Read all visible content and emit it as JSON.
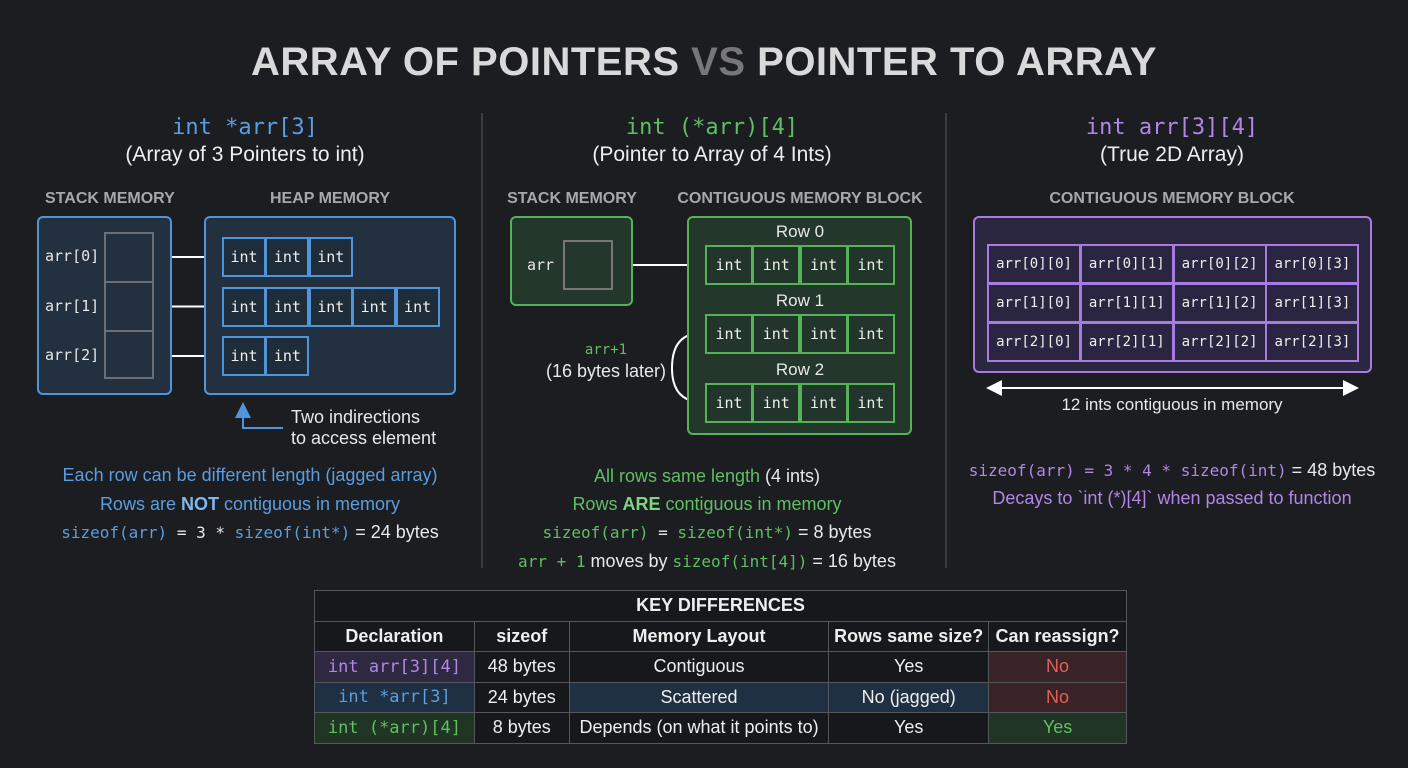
{
  "title": {
    "left": "ARRAY OF POINTERS",
    "vs": "VS",
    "right": "POINTER TO ARRAY"
  },
  "colors": {
    "blue": "#5a9ee0",
    "green": "#5fbf63",
    "purple": "#b286e6",
    "red": "#e0605a",
    "background": "#1b1d21"
  },
  "panel1": {
    "code": "int *arr[3]",
    "subtitle": "(Array of 3 Pointers to int)",
    "stack_label": "STACK MEMORY",
    "heap_label": "HEAP MEMORY",
    "pointers": [
      "arr[0]",
      "arr[1]",
      "arr[2]"
    ],
    "row_lengths": [
      3,
      5,
      2
    ],
    "cell": "int",
    "note1": "Two indirections",
    "note2": "to access element",
    "line1": "Each row can be different length (jagged array)",
    "line2_a": "Rows are ",
    "line2_b": "NOT",
    "line2_c": " contiguous in memory",
    "line3_a": "sizeof(arr)",
    "line3_b": " = 3 * ",
    "line3_c": "sizeof(int*)",
    "line3_d": " = 24 bytes"
  },
  "panel2": {
    "code": "int (*arr)[4]",
    "subtitle": "(Pointer to Array of 4 Ints)",
    "stack_label": "STACK MEMORY",
    "block_label": "CONTIGUOUS MEMORY BLOCK",
    "var": "arr",
    "rows": [
      "Row 0",
      "Row 1",
      "Row 2"
    ],
    "cell": "int",
    "step_code": "arr+1",
    "step_note": "(16 bytes later)",
    "line1_a": "All rows same length",
    "line1_b": " (4 ints)",
    "line2_a": "Rows ",
    "line2_b": "ARE",
    "line2_c": " contiguous in memory",
    "line3_a": "sizeof(arr)",
    "line3_b": " = ",
    "line3_c": "sizeof(int*)",
    "line3_d": " = 8 bytes",
    "line4_a": "arr + 1",
    "line4_b": " moves by ",
    "line4_c": "sizeof(int[4])",
    "line4_d": " = 16 bytes"
  },
  "panel3": {
    "code": "int arr[3][4]",
    "subtitle": "(True 2D Array)",
    "block_label": "CONTIGUOUS MEMORY BLOCK",
    "cells": [
      [
        "arr[0][0]",
        "arr[0][1]",
        "arr[0][2]",
        "arr[0][3]"
      ],
      [
        "arr[1][0]",
        "arr[1][1]",
        "arr[1][2]",
        "arr[1][3]"
      ],
      [
        "arr[2][0]",
        "arr[2][1]",
        "arr[2][2]",
        "arr[2][3]"
      ]
    ],
    "span_note": "12 ints contiguous in memory",
    "line1_a": "sizeof(arr)",
    "line1_b": " = 3 * 4 * ",
    "line1_c": "sizeof(int)",
    "line1_d": " = 48 bytes",
    "line2": "Decays to `int (*)[4]` when passed to function"
  },
  "table": {
    "title": "KEY DIFFERENCES",
    "headers": [
      "Declaration",
      "sizeof",
      "Memory Layout",
      "Rows same size?",
      "Can reassign?"
    ],
    "rows": [
      [
        "int arr[3][4]",
        "48 bytes",
        "Contiguous",
        "Yes",
        "No"
      ],
      [
        "int *arr[3]",
        "24 bytes",
        "Scattered",
        "No (jagged)",
        "No"
      ],
      [
        "int (*arr)[4]",
        "8 bytes",
        "Depends (on what it points to)",
        "Yes",
        "Yes"
      ]
    ]
  }
}
